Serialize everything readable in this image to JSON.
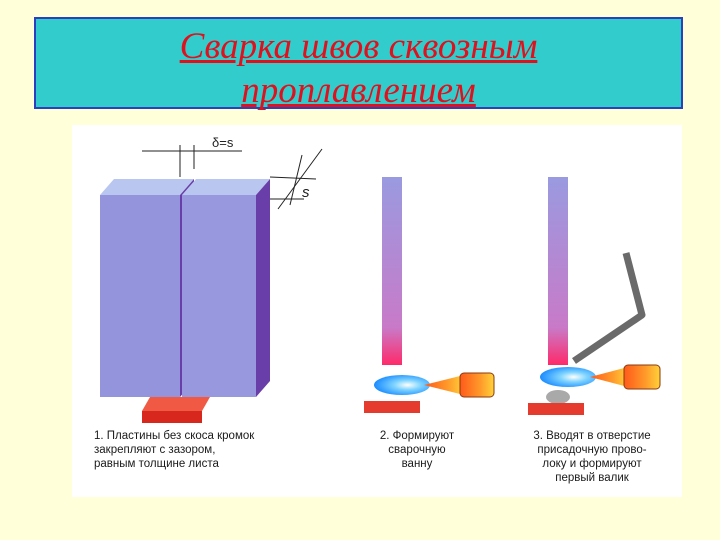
{
  "title": {
    "line1": "Сварка швов сквозным",
    "line2": "проплавлением"
  },
  "diagram": {
    "gap_label": "δ=s",
    "thickness_label": "s"
  },
  "steps": [
    {
      "line1": "1. Пластины без скоса кромок",
      "line2": "закрепляют с зазором,",
      "line3": "равным толщине листа"
    },
    {
      "line1": "2. Формируют",
      "line2": "сварочную",
      "line3": "ванну"
    },
    {
      "line1": "3. Вводят в отверстие",
      "line2": "присадочную прово-",
      "line3": "локу и формируют",
      "line4": "первый валик"
    }
  ],
  "colors": {
    "background": "#ffffd9",
    "title_box": "#33cccc",
    "title_text": "#e0101c",
    "plate": "#8c8cd6",
    "support": "#e53a2e"
  }
}
